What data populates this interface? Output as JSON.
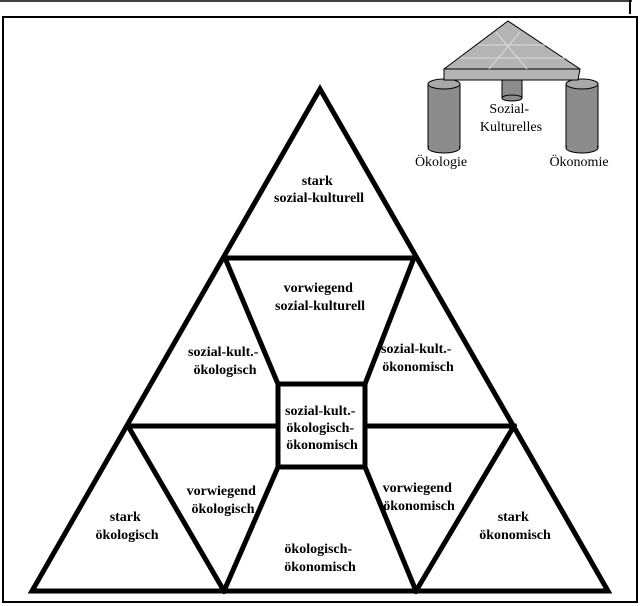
{
  "diagram": {
    "regions": {
      "top": [
        "stark",
        "sozial-kulturell"
      ],
      "upper_center": [
        "vorwiegend",
        "sozial-kulturell"
      ],
      "left_mid": [
        "sozial-kult.-",
        "ökologisch"
      ],
      "right_mid": [
        "sozial-kult.-",
        "ökonomisch"
      ],
      "center": [
        "sozial-kult.-",
        "ökologisch-",
        "ökonomisch"
      ],
      "bottom_left": [
        "stark",
        "ökologisch"
      ],
      "lower_left": [
        "vorwiegend",
        "ökologisch"
      ],
      "bottom_center": [
        "ökologisch-",
        "ökonomisch"
      ],
      "lower_right": [
        "vorwiegend",
        "ökonomisch"
      ],
      "bottom_right": [
        "stark",
        "ökonomisch"
      ]
    },
    "icon": {
      "name": "three-pillar-table-icon",
      "center_label": [
        "Sozial-",
        "Kulturelles"
      ],
      "left_label": "Ökologie",
      "right_label": "Ökonomie"
    }
  },
  "colors": {
    "line": "#000000",
    "pillar": "#8c8c8c",
    "pillar_top": "#a8a8a8",
    "table": "#b4b4b4"
  }
}
